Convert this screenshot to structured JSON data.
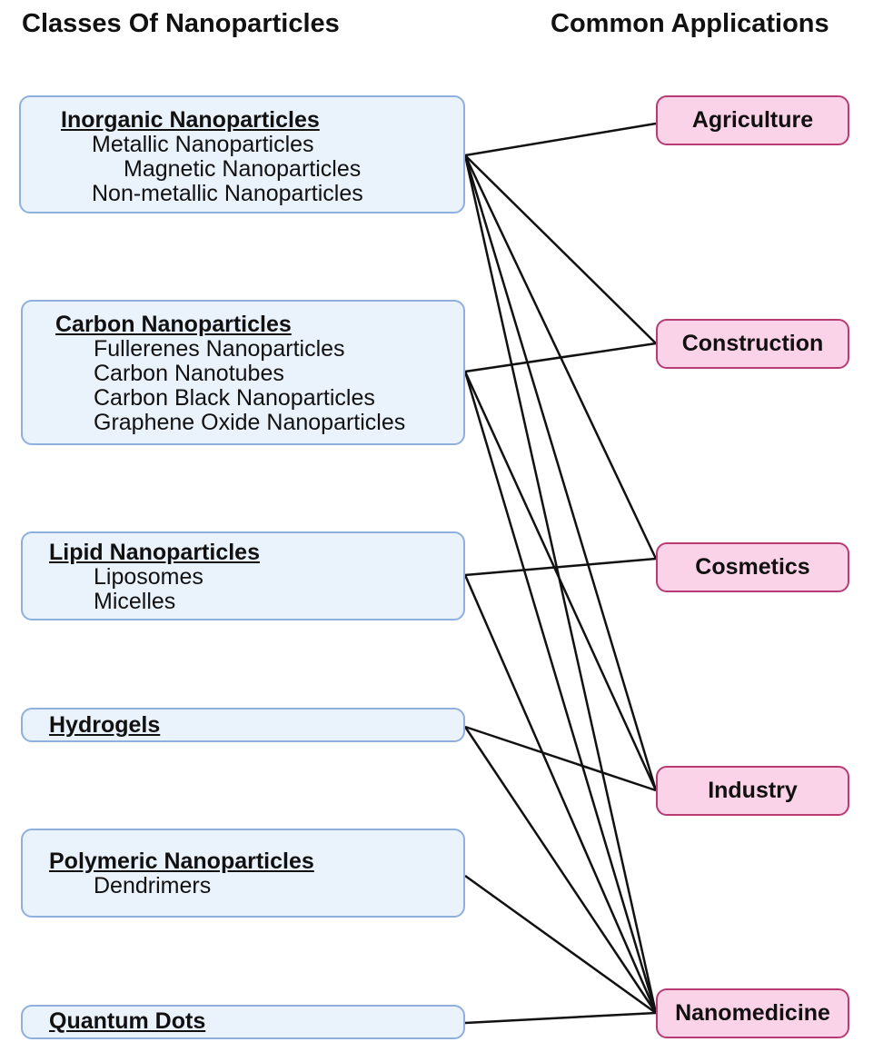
{
  "headers": {
    "classes": "Classes Of Nanoparticles",
    "applications": "Common Applications"
  },
  "classes": [
    {
      "id": "inorganic",
      "title": "Inorganic Nanoparticles",
      "subtypes": [
        "Metallic Nanoparticles",
        "Magnetic Nanoparticles",
        "Non-metallic Nanoparticles"
      ]
    },
    {
      "id": "carbon",
      "title": "Carbon Nanoparticles",
      "subtypes": [
        "Fullerenes Nanoparticles",
        "Carbon Nanotubes",
        "Carbon Black Nanoparticles",
        "Graphene Oxide Nanoparticles"
      ]
    },
    {
      "id": "lipid",
      "title": "Lipid Nanoparticles",
      "subtypes": [
        "Liposomes",
        "Micelles"
      ]
    },
    {
      "id": "hydrogels",
      "title": "Hydrogels",
      "subtypes": []
    },
    {
      "id": "polymeric",
      "title": "Polymeric Nanoparticles",
      "subtypes": [
        "Dendrimers"
      ]
    },
    {
      "id": "quantum",
      "title": "Quantum Dots",
      "subtypes": []
    }
  ],
  "applications": [
    {
      "id": "agriculture",
      "label": "Agriculture"
    },
    {
      "id": "construction",
      "label": "Construction"
    },
    {
      "id": "cosmetics",
      "label": "Cosmetics"
    },
    {
      "id": "industry",
      "label": "Industry"
    },
    {
      "id": "nanomedicine",
      "label": "Nanomedicine"
    }
  ],
  "connections": [
    [
      "inorganic",
      "agriculture"
    ],
    [
      "inorganic",
      "construction"
    ],
    [
      "inorganic",
      "cosmetics"
    ],
    [
      "inorganic",
      "industry"
    ],
    [
      "inorganic",
      "nanomedicine"
    ],
    [
      "carbon",
      "construction"
    ],
    [
      "carbon",
      "industry"
    ],
    [
      "carbon",
      "nanomedicine"
    ],
    [
      "lipid",
      "cosmetics"
    ],
    [
      "lipid",
      "nanomedicine"
    ],
    [
      "hydrogels",
      "industry"
    ],
    [
      "hydrogels",
      "nanomedicine"
    ],
    [
      "polymeric",
      "nanomedicine"
    ],
    [
      "quantum",
      "nanomedicine"
    ]
  ],
  "colors": {
    "class_fill": "#eaf2fc",
    "class_border": "#8fb0dc",
    "app_fill": "#fbd3e9",
    "app_border": "#b83b74",
    "line": "#111111"
  }
}
